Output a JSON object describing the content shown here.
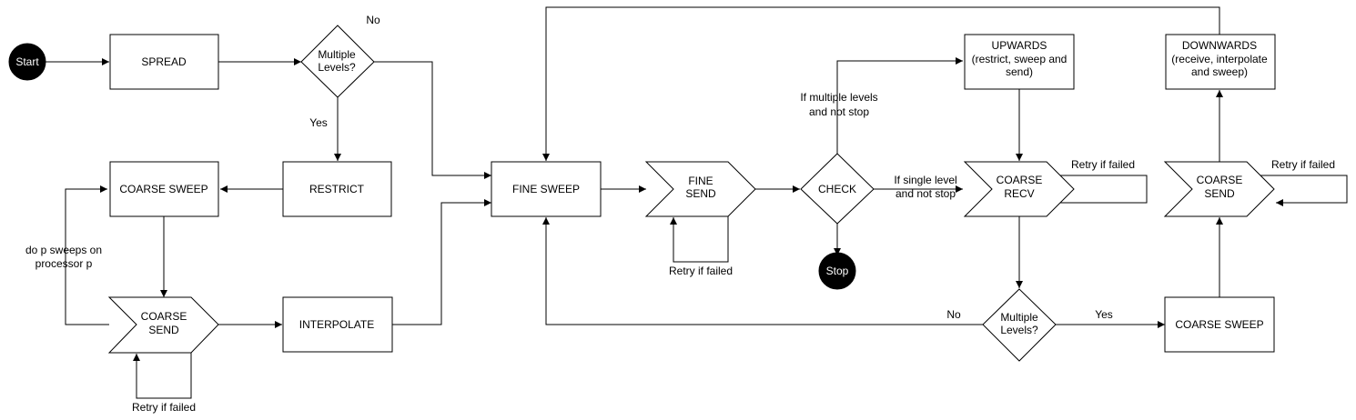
{
  "nodes": {
    "start": "Start",
    "spread": "SPREAD",
    "multiple_levels_top": [
      "Multiple",
      "Levels?"
    ],
    "restrict": "RESTRICT",
    "coarse_sweep_left": "COARSE SWEEP",
    "coarse_send_left": [
      "COARSE",
      "SEND"
    ],
    "interpolate": "INTERPOLATE",
    "fine_sweep": "FINE SWEEP",
    "fine_send": [
      "FINE",
      "SEND"
    ],
    "check": "CHECK",
    "stop": "Stop",
    "upwards": [
      "UPWARDS",
      "(restrict, sweep and",
      "send)"
    ],
    "coarse_recv": [
      "COARSE",
      "RECV"
    ],
    "multiple_levels_bottom": [
      "Multiple",
      "Levels?"
    ],
    "coarse_sweep_right": "COARSE SWEEP",
    "coarse_send_right": [
      "COARSE",
      "SEND"
    ],
    "downwards": [
      "DOWNWARDS",
      "(receive, interpolate",
      "and sweep)"
    ]
  },
  "labels": {
    "no_top": "No",
    "yes_top": "Yes",
    "p_sweeps": [
      "do p sweeps on",
      "processor p"
    ],
    "retry_left": "Retry if failed",
    "retry_fine": "Retry if failed",
    "retry_recv": "Retry if failed",
    "retry_send_right": "Retry if failed",
    "if_multiple": [
      "If multiple levels",
      "and not stop"
    ],
    "if_single": [
      "If single level",
      "and not stop"
    ],
    "no_bottom": "No",
    "yes_bottom": "Yes"
  }
}
